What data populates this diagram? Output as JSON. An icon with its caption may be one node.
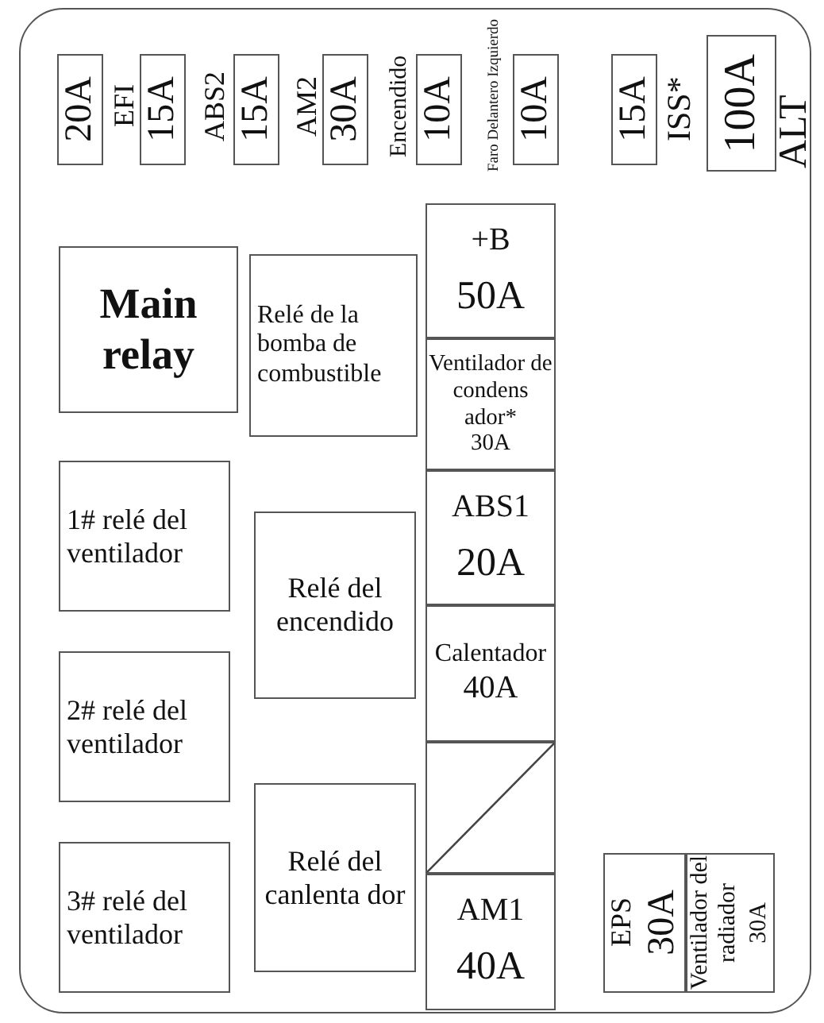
{
  "diagram": {
    "nodes": [
      {
        "text": [
          "20A"
        ]
      },
      {
        "text": [
          "15A"
        ]
      },
      {
        "text": [
          "15A"
        ]
      },
      {
        "text": [
          "30A"
        ]
      },
      {
        "text": [
          "10A"
        ]
      },
      {
        "text": [
          "10A"
        ]
      },
      {
        "text": [
          "15A"
        ]
      },
      {
        "text": [
          "100A"
        ]
      },
      {
        "text": [
          "Main relay"
        ]
      },
      {
        "text": [
          "Relé de la bomba de combustible"
        ]
      },
      {
        "text": [
          "+B",
          "50A"
        ]
      },
      {
        "text": [
          "Ventilador de condens ador*",
          "30A"
        ]
      },
      {
        "text": [
          "ABS1",
          "20A"
        ]
      },
      {
        "text": [
          "1# relé del ventilador"
        ]
      },
      {
        "text": [
          "Relé del encendido"
        ]
      },
      {
        "text": [
          "Calentador",
          "40A"
        ]
      },
      {
        "text": [
          "2# relé del ventilador"
        ]
      },
      {
        "text": [],
        "shape": "box"
      },
      {
        "text": [
          "Relé del canlenta dor"
        ]
      },
      {
        "text": [
          "AM1",
          "40A"
        ]
      },
      {
        "text": [
          "3# relé del ventilador"
        ]
      },
      {
        "text": [
          "EPS",
          "30A"
        ]
      },
      {
        "text": [
          "Ventilador del radiador",
          "30A"
        ]
      }
    ],
    "edges": [],
    "labels": [
      "EFI",
      "ABS2",
      "AM2",
      "Encendido",
      "Faro Delantero Izquierdo",
      "ISS*",
      "ALT"
    ]
  }
}
